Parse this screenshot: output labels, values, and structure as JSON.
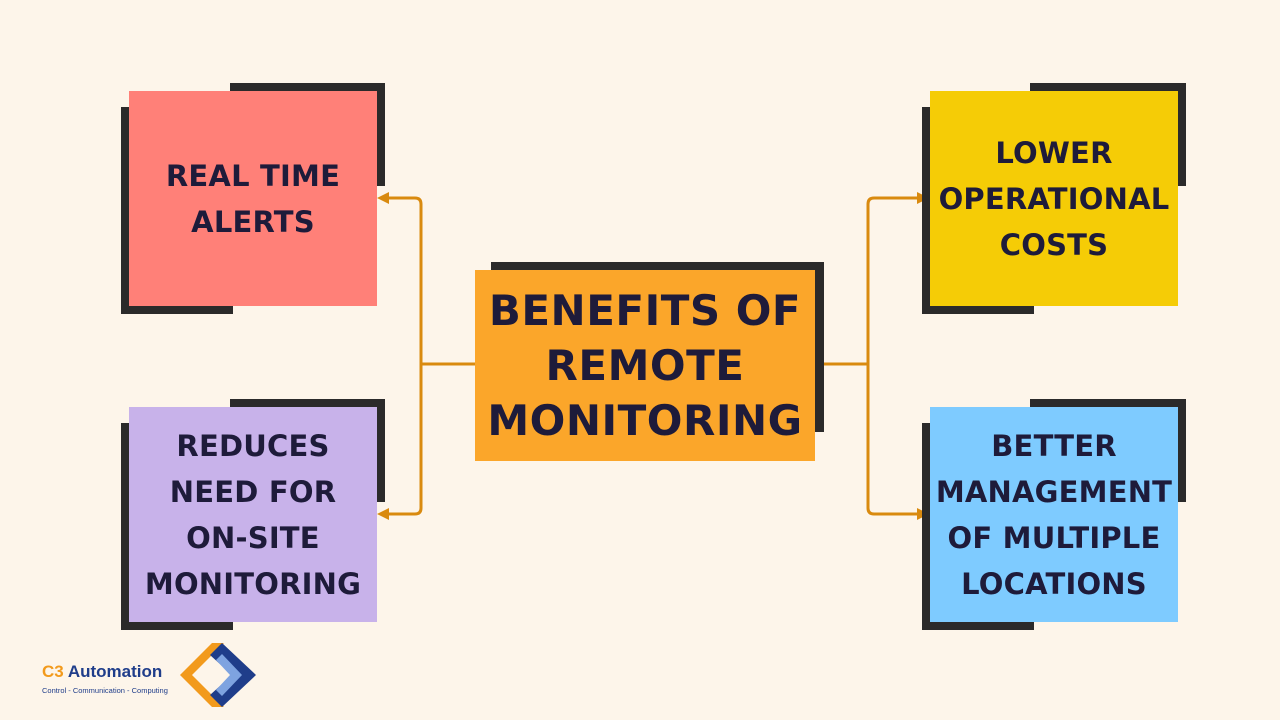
{
  "diagram": {
    "center": {
      "label": "BENEFITS OF\nREMOTE\nMONITORING",
      "color": "#fba62a"
    },
    "nodes": [
      {
        "id": "real-time-alerts",
        "label": "REAL TIME\nALERTS",
        "color": "#ff8078"
      },
      {
        "id": "reduces-onsite",
        "label": "REDUCES\nNEED FOR\nON-SITE\nMONITORING",
        "color": "#c8b2ea"
      },
      {
        "id": "lower-costs",
        "label": "LOWER\nOPERATIONAL\nCOSTS",
        "color": "#f5cc06"
      },
      {
        "id": "better-management",
        "label": "BETTER\nMANAGEMENT\nOF MULTIPLE\nLOCATIONS",
        "color": "#7ecbff"
      }
    ],
    "connector_color": "#d98a0f",
    "frame_color": "#2b2a2a"
  },
  "logo": {
    "name_prefix": "C3",
    "name_suffix": " Automation",
    "tagline": "Control - Communication - Computing",
    "brand_blue": "#1f3d8a",
    "brand_orange": "#f29a1c"
  }
}
